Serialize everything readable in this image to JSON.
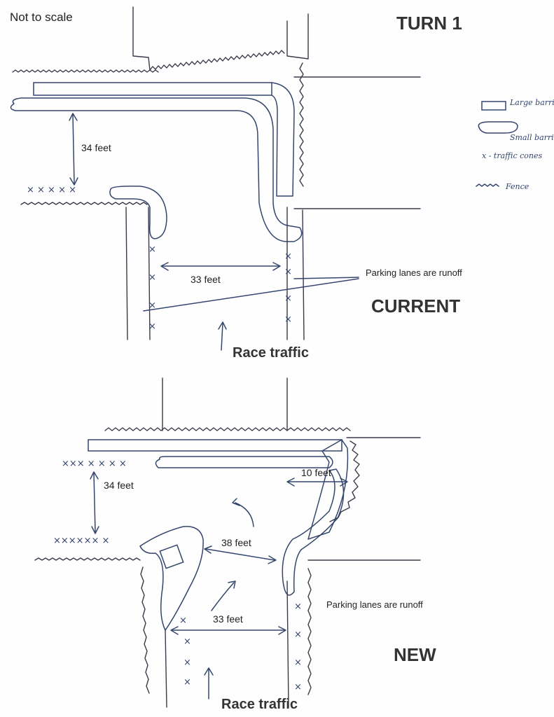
{
  "header": {
    "scale_note": "Not to scale",
    "title": "TURN 1"
  },
  "legend": {
    "large_barrier": "Large barrier",
    "small_barrier": "Small barrier",
    "cones": "x - traffic cones",
    "fence": "Fence"
  },
  "current": {
    "label": "CURRENT",
    "width_top": "34 feet",
    "width_bottom": "33 feet",
    "runoff_note": "Parking lanes are runoff",
    "traffic": "Race traffic"
  },
  "new": {
    "label": "NEW",
    "width_top": "34 feet",
    "width_middle": "38 feet",
    "width_bottom": "33 feet",
    "gap": "10 feet",
    "runoff_note": "Parking lanes are runoff",
    "traffic": "Race traffic"
  },
  "colors": {
    "pen_blue": "#34456e",
    "pencil": "#3a3a4a"
  }
}
